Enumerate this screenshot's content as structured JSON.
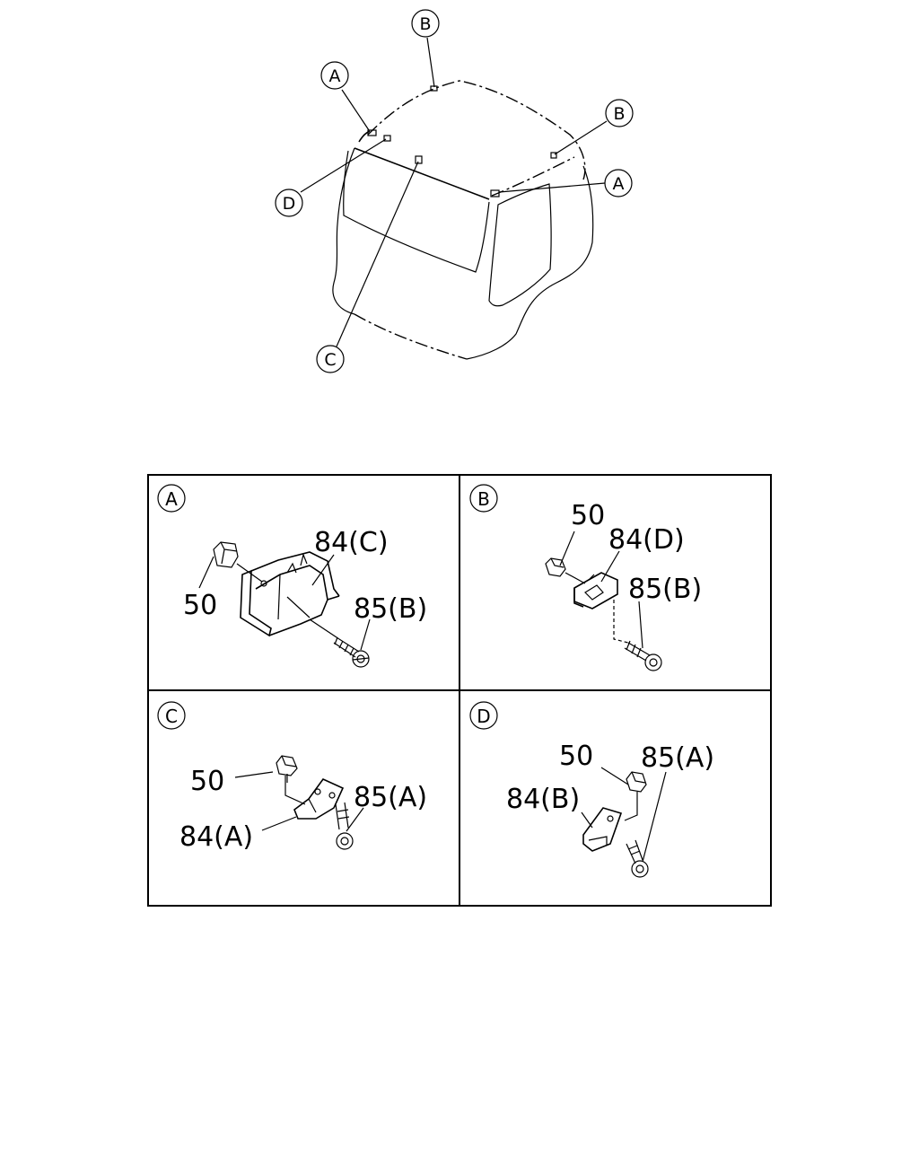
{
  "overview": {
    "callouts": {
      "b_top": "B",
      "a_left": "A",
      "b_right": "B",
      "a_right": "A",
      "d_left": "D",
      "c_bottom": "C"
    }
  },
  "panels": {
    "a": {
      "letter": "A",
      "clip": "50",
      "bracket": "84(C)",
      "screw": "85(B)"
    },
    "b": {
      "letter": "B",
      "clip": "50",
      "bracket": "84(D)",
      "screw": "85(B)"
    },
    "c": {
      "letter": "C",
      "clip": "50",
      "bracket": "84(A)",
      "screw": "85(A)"
    },
    "d": {
      "letter": "D",
      "clip": "50",
      "bracket": "84(B)",
      "screw": "85(A)"
    }
  }
}
